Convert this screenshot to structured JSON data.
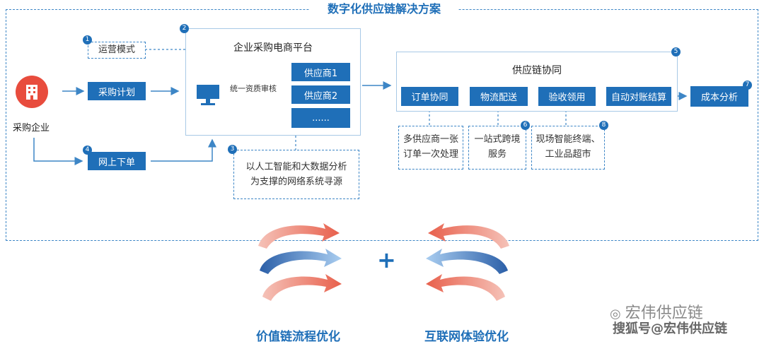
{
  "diagram": {
    "title": "数字化供应链解决方案",
    "enterprise": {
      "label": "采购企业",
      "icon": "building-icon"
    },
    "steps": {
      "operation_mode": {
        "num": "1",
        "label": "运营模式"
      },
      "purchase_plan": {
        "label": "采购计划"
      },
      "platform": {
        "num": "2",
        "title": "企业采购电商平台",
        "audit_label": "统一资质审核",
        "icon": "monitor-icon"
      },
      "suppliers": [
        "供应商1",
        "供应商2",
        "......"
      ],
      "ai_sourcing": {
        "num": "3",
        "line1": "以人工智能和大数据分析",
        "line2": "为支撑的网络系统寻源"
      },
      "online_order": {
        "num": "4",
        "label": "网上下单"
      },
      "supply_chain": {
        "num": "5",
        "title": "供应链协同"
      },
      "flow": [
        "订单协同",
        "物流配送",
        "验收领用",
        "自动对账结算"
      ],
      "cost_analysis": {
        "num": "7",
        "label": "成本分析"
      },
      "notes": [
        {
          "line1": "多供应商一张",
          "line2": "订单一次处理"
        },
        {
          "num": "6",
          "line1": "一站式跨境",
          "line2": "服务"
        },
        {
          "num": "8",
          "line1": "现场智能终端、",
          "line2": "工业品超市"
        }
      ]
    },
    "bottom": {
      "left_label": "价值链流程优化",
      "plus": "+",
      "right_label": "互联网体验优化"
    },
    "watermarks": {
      "wechat": "宏伟供应链",
      "sohu": "搜狐号@宏伟供应链"
    },
    "colors": {
      "primary": "#1f6fb8",
      "dash": "#3d86c6",
      "red_arrow": "#e8604c",
      "blue_arrow": "#5b9ad6"
    }
  }
}
